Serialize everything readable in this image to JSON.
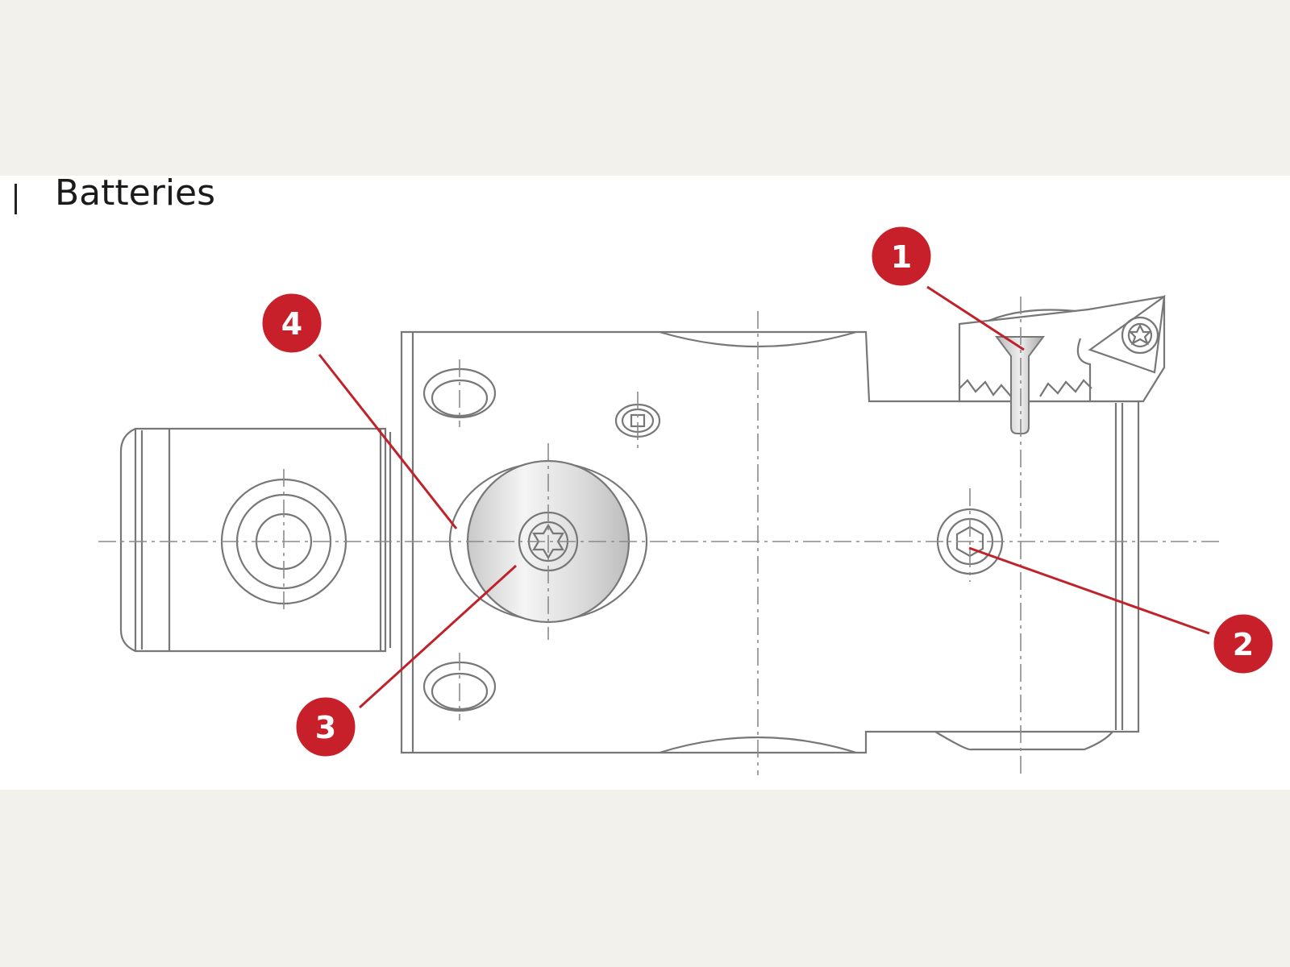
{
  "header": {
    "title": "Batteries"
  },
  "callouts": [
    {
      "number": "1"
    },
    {
      "number": "2"
    },
    {
      "number": "3"
    },
    {
      "number": "4"
    }
  ],
  "colors": {
    "accent": "#c8202a",
    "background": "#f2f1eb",
    "panel": "#ffffff",
    "line": "#777777"
  }
}
